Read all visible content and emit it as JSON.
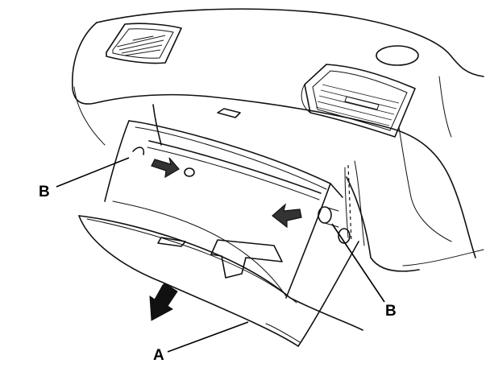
{
  "labels": {
    "a": "A",
    "b_left": "B",
    "b_right": "B"
  },
  "colors": {
    "line": "#111111",
    "background": "#ffffff"
  }
}
